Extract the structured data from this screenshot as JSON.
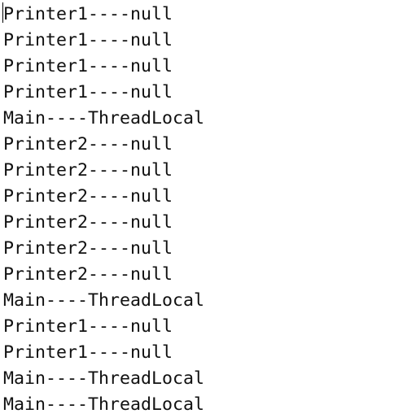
{
  "console": {
    "lines": [
      "Printer1----null",
      "Printer1----null",
      "Printer1----null",
      "Printer1----null",
      "Main----ThreadLocal",
      "Printer2----null",
      "Printer2----null",
      "Printer2----null",
      "Printer2----null",
      "Printer2----null",
      "Printer2----null",
      "Main----ThreadLocal",
      "Printer1----null",
      "Printer1----null",
      "Main----ThreadLocal",
      "Main----ThreadLocal"
    ]
  }
}
